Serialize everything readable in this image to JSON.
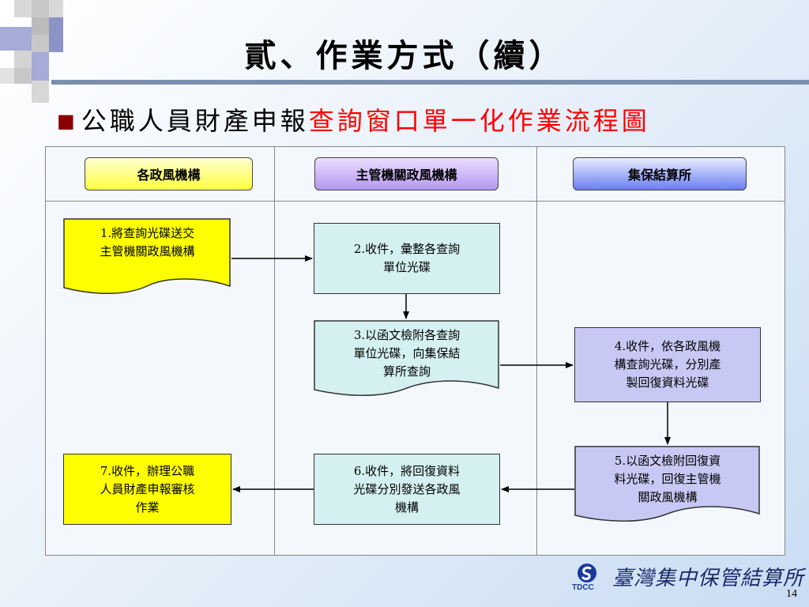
{
  "title": "貳、作業方式（續）",
  "subtitle": {
    "bullet": "■",
    "lead": "公職人員財產申報",
    "highlight": "查詢窗口單一化作業流程圖"
  },
  "lanes": [
    "各政風機構",
    "主管機關政風機構",
    "集保結算所"
  ],
  "steps": {
    "s1": "1.將查詢光碟送交\n主管機關政風機構",
    "s2": "2.收件，彙整各查詢\n單位光碟",
    "s3": "3.以函文檢附各查詢\n單位光碟，向集保結\n算所查詢",
    "s4": "4.收件，依各政風機\n構查詢光碟，分別產\n製回復資料光碟",
    "s5": "5.以函文檢附回復資\n料光碟，回復主管機\n關政風機構",
    "s6": "6.收件，將回復資料\n光碟分別發送各政風\n機構",
    "s7": "7.收件，辦理公職\n人員財產申報審核\n作業"
  },
  "colors": {
    "step_yellow": "#ffff00",
    "step_cyan": "#d4f0f0",
    "step_lavender": "#c8c8f4",
    "title_rule": "#7a8fb0",
    "highlight": "#ff0000"
  },
  "footer": {
    "logo_abbr": "TDCC",
    "logo_text": "臺灣集中保管結算所",
    "page_number": "14"
  }
}
